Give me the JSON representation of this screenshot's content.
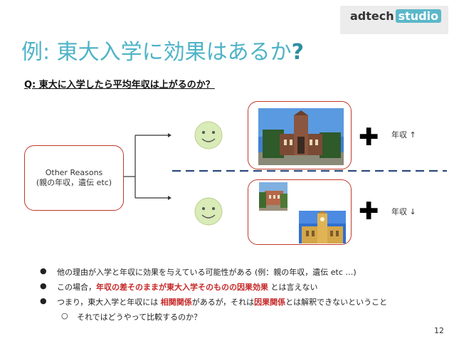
{
  "logo": {
    "part1": "adtech",
    "part2": "studio"
  },
  "title": {
    "main": "例: 東大入学に効果はあるか",
    "mark": "?"
  },
  "question": "Q: 東大に入学したら平均年収は上がるのか？",
  "left_box": {
    "line1": "Other Reasons",
    "line2": "(親の年収，遺伝 etc)"
  },
  "annotations": {
    "top": "年収 ↑",
    "bottom": "年収 ↓",
    "plus": "✚"
  },
  "bullets": [
    {
      "parts": [
        {
          "text": "他の理由が入学と年収に効果を与えている可能性がある (例：親の年収，遺伝 etc …)",
          "red": false
        }
      ]
    },
    {
      "parts": [
        {
          "text": "この場合，",
          "red": false
        },
        {
          "text": "年収の差そのままが東大入学そのものの因果効果",
          "red": true
        },
        {
          "text": " とは言えない",
          "red": false
        }
      ]
    },
    {
      "parts": [
        {
          "text": "つまり，東大入学と年収には ",
          "red": false
        },
        {
          "text": "相関関係",
          "red": true
        },
        {
          "text": "があるが，それは",
          "red": false
        },
        {
          "text": "因果関係",
          "red": true
        },
        {
          "text": "とは解釈できないということ",
          "red": false
        }
      ]
    }
  ],
  "sub_bullet": "それではどうやって比較するのか？",
  "bullet_marks": {
    "main": "●",
    "sub": "○"
  },
  "page_number": "12",
  "colors": {
    "accent": "#4fb3c7",
    "border": "#c0392b",
    "emphasis": "#c62828",
    "logo_teal": "#5bb8c9"
  },
  "icons": [
    "smiley-face-icon",
    "plus-icon",
    "university-photo"
  ]
}
